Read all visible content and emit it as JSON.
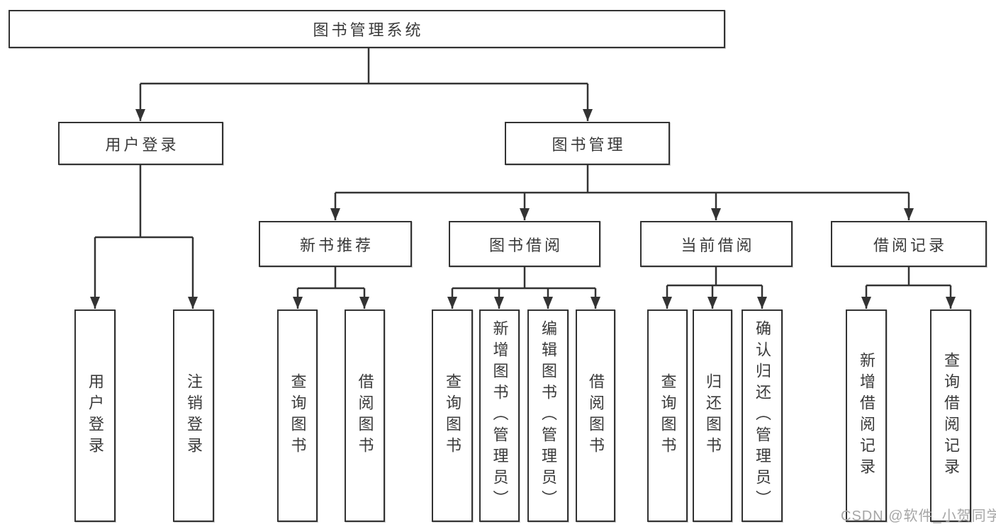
{
  "diagram": {
    "root": {
      "label": "图书管理系统",
      "children": [
        {
          "label": "用户登录",
          "children": [
            {
              "label": "用户登录"
            },
            {
              "label": "注销登录"
            }
          ]
        },
        {
          "label": "图书管理",
          "children": [
            {
              "label": "新书推荐",
              "children": [
                {
                  "label": "查询图书"
                },
                {
                  "label": "借阅图书"
                }
              ]
            },
            {
              "label": "图书借阅",
              "children": [
                {
                  "label": "查询图书"
                },
                {
                  "label": "新增图书（管理员）"
                },
                {
                  "label": "编辑图书（管理员）"
                },
                {
                  "label": "借阅图书"
                }
              ]
            },
            {
              "label": "当前借阅",
              "children": [
                {
                  "label": "查询图书"
                },
                {
                  "label": "归还图书"
                },
                {
                  "label": "确认归还（管理员）"
                }
              ]
            },
            {
              "label": "借阅记录",
              "children": [
                {
                  "label": "新增借阅记录"
                },
                {
                  "label": "查询借阅记录"
                }
              ]
            }
          ]
        }
      ]
    }
  },
  "watermark": {
    "text": "CSDN @软件_小贺同学"
  },
  "colors": {
    "line": "#333333",
    "box_border": "#333333",
    "box_fill": "#ffffff",
    "text": "#3a3a3a",
    "watermark": "#a6a6a6",
    "background": "#ffffff"
  }
}
